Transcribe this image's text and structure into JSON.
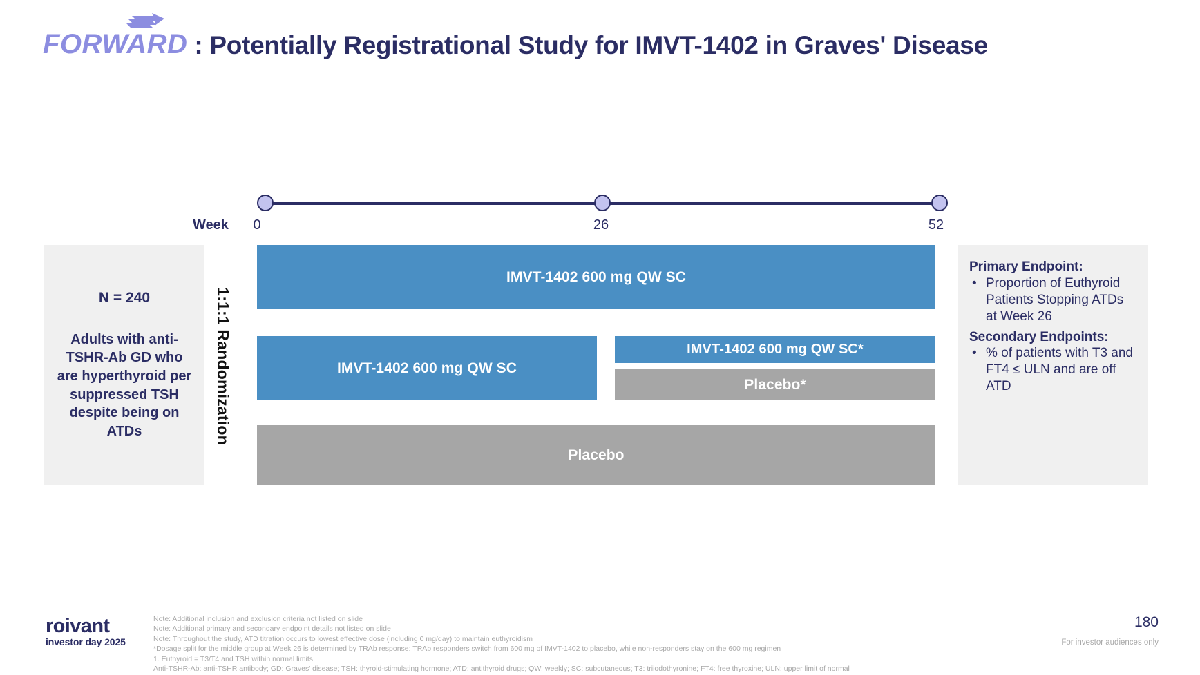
{
  "header": {
    "logo_text": "FORWARD",
    "logo_icon": "forward-arrow-icon",
    "title": ": Potentially Registrational Study for IMVT-1402 in Graves' Disease"
  },
  "timeline": {
    "axis_label": "Week",
    "ticks": [
      "0",
      "26",
      "52"
    ],
    "node_fill": "#c3c3ef",
    "node_stroke": "#2b2d64"
  },
  "population": {
    "n_label": "N = 240",
    "description": "Adults with anti-TSHR-Ab GD who are hyperthyroid per suppressed TSH despite being on ATDs"
  },
  "randomization": {
    "label": "1:1:1 Randomization"
  },
  "arms": {
    "arm1": "IMVT-1402 600 mg QW SC",
    "arm2_first_half": "IMVT-1402 600 mg QW SC",
    "arm2_second_half_top": "IMVT-1402 600 mg QW SC*",
    "arm2_second_half_bottom": "Placebo*",
    "arm3": "Placebo",
    "color_active": "#4a8fc4",
    "color_placebo": "#a6a6a6"
  },
  "endpoints": {
    "primary_title": "Primary Endpoint:",
    "primary_items": [
      "Proportion of Euthyroid Patients Stopping ATDs at Week 26"
    ],
    "secondary_title": "Secondary Endpoints:",
    "secondary_items": [
      "% of patients with T3 and FT4 ≤ ULN and are off ATD"
    ]
  },
  "footer": {
    "brand": "roivant",
    "brand_sub": "investor day 2025",
    "notes": [
      "Note: Additional inclusion and exclusion criteria not listed on slide",
      "Note: Additional primary and secondary endpoint details not listed on slide",
      "Note: Throughout the study, ATD titration occurs to lowest effective dose (including 0 mg/day) to maintain euthyroidism",
      "*Dosage split for the middle group at Week 26 is determined by TRAb response: TRAb responders switch from 600 mg of IMVT-1402 to placebo, while non-responders stay on the 600 mg regimen",
      "1. Euthyroid = T3/T4 and TSH within normal limits",
      "Anti-TSHR-Ab: anti-TSHR antibody; GD: Graves' disease; TSH: thyroid-stimulating hormone; ATD: antithyroid drugs; QW: weekly; SC: subcutaneous; T3: triiodothyronine; FT4: free thyroxine; ULN: upper limit of normal"
    ],
    "page_number": "180",
    "audience": "For investor audiences only"
  }
}
